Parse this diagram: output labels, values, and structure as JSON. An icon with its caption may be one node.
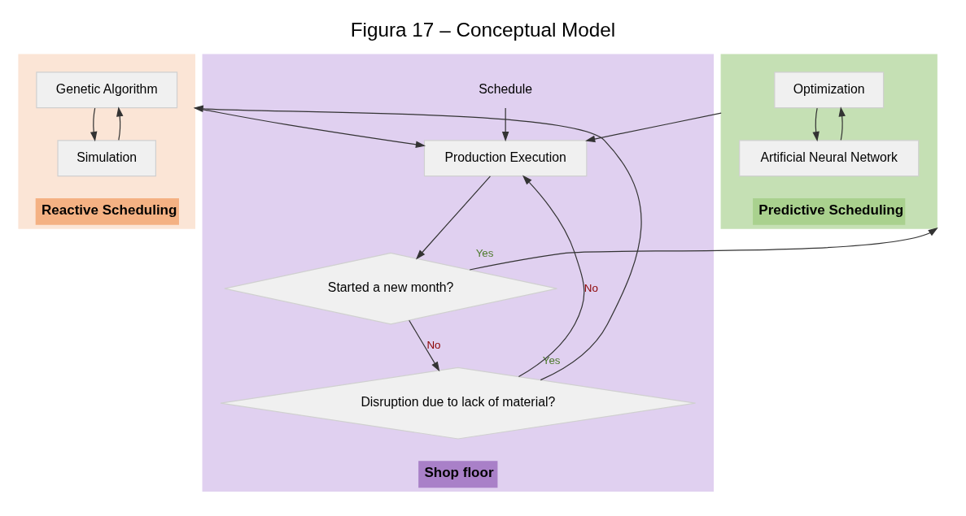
{
  "diagram": {
    "title": "Figura 17 – Conceptual Model",
    "nodes": [
      {
        "text": [
          "Reactive Scheduling"
        ]
      },
      {
        "text": [
          "Genetic Algorithm"
        ],
        "in": 0
      },
      {
        "text": [
          "Simulation"
        ],
        "in": 0
      },
      {
        "text": [
          "Shop floor"
        ]
      },
      {
        "text": [
          "Schedule"
        ],
        "in": 3
      },
      {
        "text": [
          "Production Execution"
        ],
        "in": 3
      },
      {
        "text": [
          "Started a new month?"
        ],
        "in": 3
      },
      {
        "text": [
          "Disruption due to lack of material?"
        ],
        "in": 3
      },
      {
        "text": [
          "Predictive Scheduling"
        ]
      },
      {
        "text": [
          "Optimization"
        ],
        "in": 8
      },
      {
        "text": [
          "Artificial Neural Network"
        ],
        "in": 8
      }
    ],
    "edges": [
      {
        "from": 1,
        "to": 2,
        "arrow": "to"
      },
      {
        "from": 2,
        "to": 1,
        "arrow": "to"
      },
      {
        "from": 4,
        "to": 5,
        "arrow": "to"
      },
      {
        "from": 5,
        "to": 6,
        "arrow": "to"
      },
      {
        "from": 6,
        "to": 8,
        "arrow": "to",
        "label": "Yes"
      },
      {
        "from": 6,
        "to": 7,
        "arrow": "to",
        "label": "No"
      },
      {
        "from": 7,
        "to": 5,
        "arrow": "to",
        "label": "No"
      },
      {
        "from": 7,
        "to": 0,
        "arrow": "to",
        "label": "Yes"
      },
      {
        "from": 9,
        "to": 10,
        "arrow": "to"
      },
      {
        "from": 10,
        "to": 9,
        "arrow": "to"
      },
      {
        "from": 0,
        "to": 5,
        "arrow": "to"
      },
      {
        "from": 8,
        "to": 5,
        "arrow": "to"
      }
    ]
  }
}
